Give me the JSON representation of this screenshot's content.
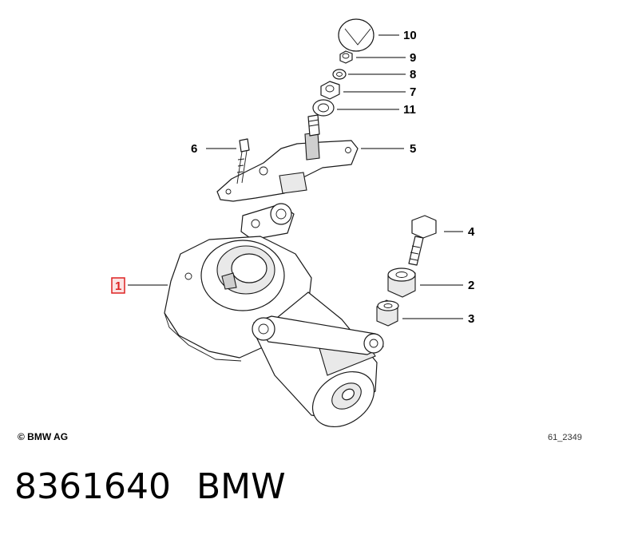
{
  "callouts": [
    {
      "id": "c10",
      "label": "10"
    },
    {
      "id": "c9",
      "label": "9"
    },
    {
      "id": "c8",
      "label": "8"
    },
    {
      "id": "c7",
      "label": "7"
    },
    {
      "id": "c11",
      "label": "11"
    },
    {
      "id": "c6",
      "label": "6"
    },
    {
      "id": "c5",
      "label": "5"
    },
    {
      "id": "c4",
      "label": "4"
    },
    {
      "id": "c1",
      "label": "1",
      "highlighted": true
    },
    {
      "id": "c2",
      "label": "2"
    },
    {
      "id": "c3",
      "label": "3"
    }
  ],
  "highlight_color": "#dd2222",
  "footer": {
    "copyright": "© BMW AG",
    "drawing_id": "61_2349"
  },
  "caption": {
    "part_number": "8361640",
    "brand": "BMW"
  }
}
